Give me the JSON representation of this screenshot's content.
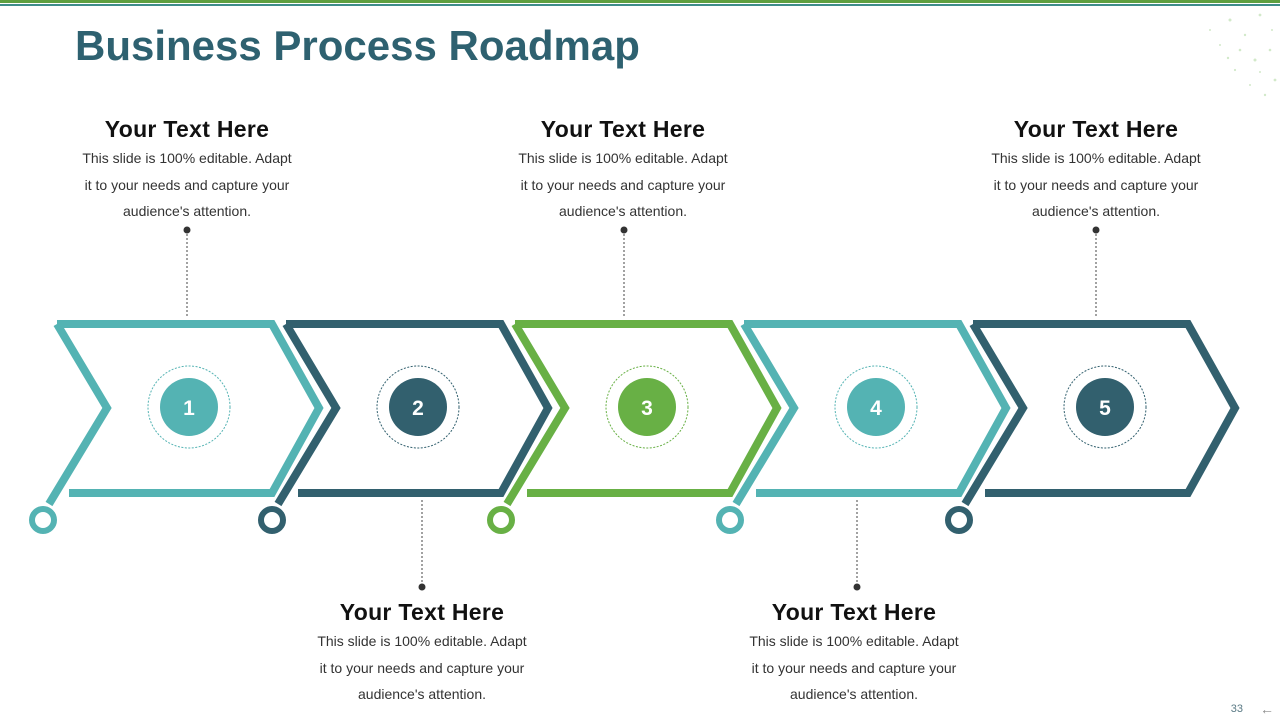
{
  "slide": {
    "title": "Business Process Roadmap",
    "page_number": "33"
  },
  "colors": {
    "teal": "#54b3b3",
    "dark_teal": "#32606e",
    "green": "#68b045",
    "title": "#2e6170"
  },
  "steps": [
    {
      "number": "1",
      "color": "#54b3b3"
    },
    {
      "number": "2",
      "color": "#32606e"
    },
    {
      "number": "3",
      "color": "#68b045"
    },
    {
      "number": "4",
      "color": "#54b3b3"
    },
    {
      "number": "5",
      "color": "#32606e"
    }
  ],
  "callouts": [
    {
      "step": "1",
      "heading": "Your Text Here",
      "line1": "This slide is 100% editable. Adapt",
      "line2": "it to your needs and capture your",
      "line3": "audience's attention."
    },
    {
      "step": "2",
      "heading": "Your Text Here",
      "line1": "This slide is 100% editable. Adapt",
      "line2": "it to your needs and capture your",
      "line3": "audience's attention."
    },
    {
      "step": "3",
      "heading": "Your Text Here",
      "line1": "This slide is 100% editable. Adapt",
      "line2": "it to your needs and capture your",
      "line3": "audience's attention."
    },
    {
      "step": "4",
      "heading": "Your Text Here",
      "line1": "This slide is 100% editable. Adapt",
      "line2": "it to your needs and capture your",
      "line3": "audience's attention."
    },
    {
      "step": "5",
      "heading": "Your Text Here",
      "line1": "This slide is 100% editable. Adapt",
      "line2": "it to your needs and capture your",
      "line3": "audience's attention."
    }
  ]
}
